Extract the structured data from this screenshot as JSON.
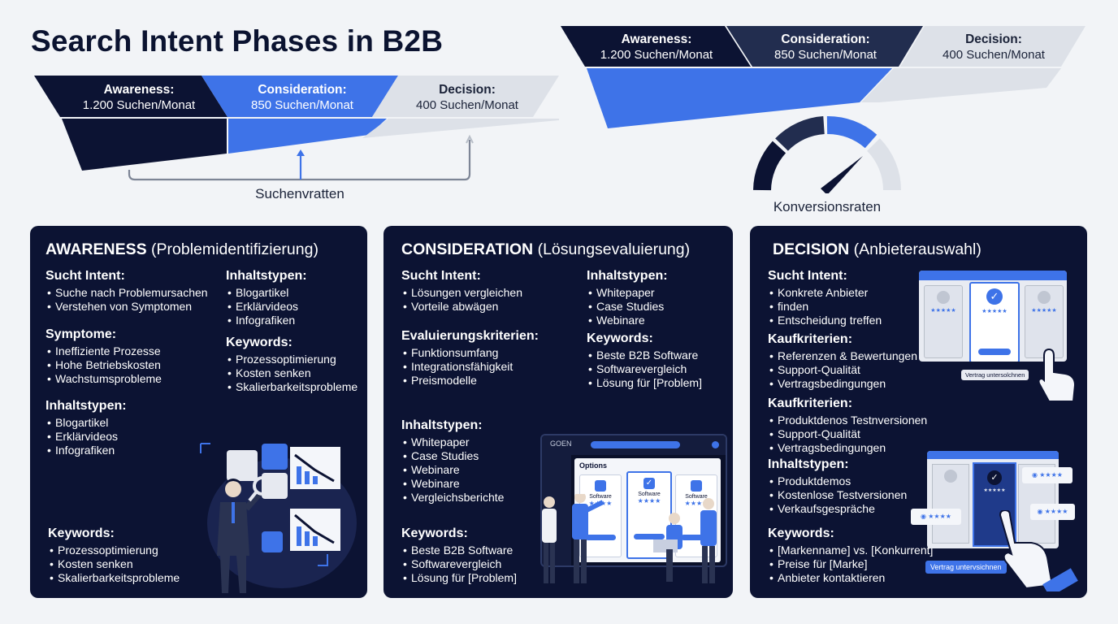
{
  "title": "Search Intent Phases in B2B",
  "funnel_left": {
    "stages": [
      {
        "name": "Awareness:",
        "value": "1.200 Suchen/Monat"
      },
      {
        "name": "Consideration:",
        "value": "850 Suchen/Monat"
      },
      {
        "name": "Decision:",
        "value": "400 Suchen/Monat"
      }
    ],
    "caption": "Suchenvratten"
  },
  "funnel_right": {
    "stages": [
      {
        "name": "Awareness:",
        "value": "1.200 Suchen/Monat"
      },
      {
        "name": "Consideration:",
        "value": "850 Suchen/Monat"
      },
      {
        "name": "Decision:",
        "value": "400 Suchen/Monat"
      }
    ],
    "gauge_caption": "Konversionsraten"
  },
  "cards": [
    {
      "title_bold": "AWARENESS",
      "title_rest": " (Problemidentifizierung)",
      "sections": [
        {
          "heading": "Sucht Intent:",
          "items": [
            "Suche nach Problemursachen",
            "Verstehen von Symptomen"
          ]
        },
        {
          "heading": "Symptome:",
          "items": [
            "Ineffiziente Prozesse",
            "Hohe Betriebskosten",
            "Wachstumsprobleme"
          ]
        },
        {
          "heading": "Inhaltstypen:",
          "items": [
            "Blogartikel",
            "Erklärvideos",
            "Infografiken"
          ]
        },
        {
          "heading": "Keywords:",
          "items": [
            "Prozessoptimierung",
            "Kosten senken",
            "Skalierbarkeitsprobleme"
          ]
        },
        {
          "heading": "Inhaltstypen:",
          "items": [
            "Blogartikel",
            "Erklärvideos",
            "Infografiken"
          ]
        },
        {
          "heading": "Keywords:",
          "items": [
            "Prozessoptimierung",
            "Kosten senken",
            "Skalierbarkeitsprobleme"
          ]
        }
      ]
    },
    {
      "title_bold": "CONSIDERATION",
      "title_rest": " (Lösungsevaluierung)",
      "sections": [
        {
          "heading": "Sucht Intent:",
          "items": [
            "Lösungen vergleichen",
            "Vorteile abwägen"
          ]
        },
        {
          "heading": "Evaluierungskriterien:",
          "items": [
            "Funktionsumfang",
            "Integrationsfähigkeit",
            "Preismodelle"
          ]
        },
        {
          "heading": "Inhaltstypen:",
          "items": [
            "Whitepaper",
            "Case Studies",
            "Webinare",
            "Webinare",
            "Vergleichsberichte"
          ]
        },
        {
          "heading": "Keywords:",
          "items": [
            "Beste B2B Software",
            "Softwarevergleich",
            "Lösung für [Problem]"
          ]
        },
        {
          "heading": "Inhaltstypen:",
          "items": [
            "Whitepaper",
            "Case Studies",
            "Webinare"
          ]
        },
        {
          "heading": "Keywords:",
          "items": [
            "Beste B2B Software",
            "Softwarevergleich",
            "Lösung für [Problem]"
          ]
        }
      ],
      "screen": {
        "logo": "GOEN",
        "heading": "Options",
        "cards": [
          "Software",
          "Software",
          "Software"
        ]
      }
    },
    {
      "title_bold": "DECISION",
      "title_rest": " (Anbieterauswahl)",
      "sections": [
        {
          "heading": "Sucht Intent:",
          "items": [
            "Konkrete Anbieter",
            "finden",
            "Entscheidung treffen"
          ]
        },
        {
          "heading": "Kaufkriterien:",
          "items": [
            "Referenzen & Bewertungen",
            "Support-Qualität",
            "Vertragsbedingungen"
          ]
        },
        {
          "heading": "Kaufkriterien:",
          "items": [
            "Produktdenos Testnversionen",
            "Support-Qualität",
            "Vertragsbedingungen"
          ]
        },
        {
          "heading": "Inhaltstypen:",
          "items": [
            "Produktdemos",
            "Kostenlose Testversionen",
            "Verkaufsgespräche"
          ]
        },
        {
          "heading": "Keywords:",
          "items": [
            "[Markenname] vs. [Konkurrent]",
            "Preise für [Marke]",
            "Anbieter kontaktieren"
          ]
        }
      ],
      "buttons": [
        "Vertrag untersolchnen",
        "Vertrag untervsichnen"
      ]
    }
  ],
  "colors": {
    "navy": "#0c1333",
    "blue": "#3e73e8",
    "gray": "#dde1e8",
    "page": "#f2f4f7"
  }
}
